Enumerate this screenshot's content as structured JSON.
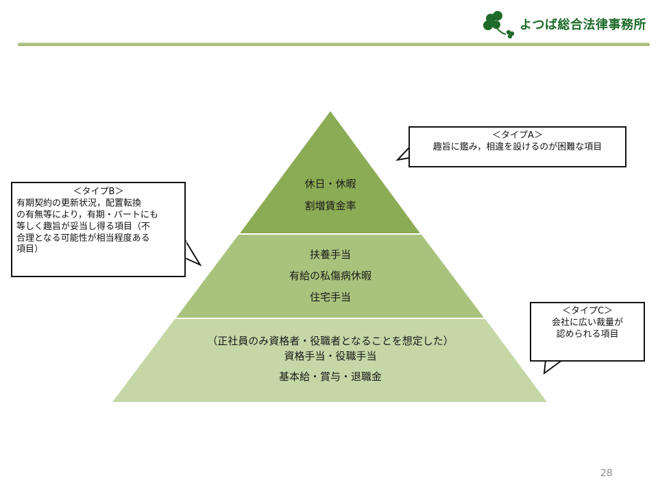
{
  "header": {
    "logo_text": "よつば総合法律事務所"
  },
  "pyramid": {
    "top": {
      "lines": [
        "休日・休暇",
        "割増賃金率"
      ]
    },
    "middle": {
      "lines": [
        "扶養手当",
        "有給の私傷病休暇",
        "住宅手当"
      ]
    },
    "bottom": {
      "lines": [
        "（正社員のみ資格者・役職者となることを想定した）",
        "資格手当・役職手当",
        "基本給・賞与・退職金"
      ]
    }
  },
  "callouts": {
    "a": {
      "title": "＜タイプA＞",
      "body": "趣旨に鑑み，相違を設けるのが困難な項目"
    },
    "b": {
      "title": "＜タイプB＞",
      "lines": [
        "有期契約の更新状況，配置転換",
        "の有無等により，有期・パートにも",
        "等しく趣旨が妥当し得る項目（不",
        "合理となる可能性が相当程度ある",
        "項目）"
      ]
    },
    "c": {
      "title": "＜タイプC＞",
      "lines": [
        "会社に広い裁量が",
        "認められる項目"
      ]
    }
  },
  "colors": {
    "tier_top": "#8cab55",
    "tier_middle": "#a9c37d",
    "tier_bottom": "#c5d7a7",
    "logo": "#1e6b2a"
  },
  "footer": {
    "page_number": "28"
  }
}
